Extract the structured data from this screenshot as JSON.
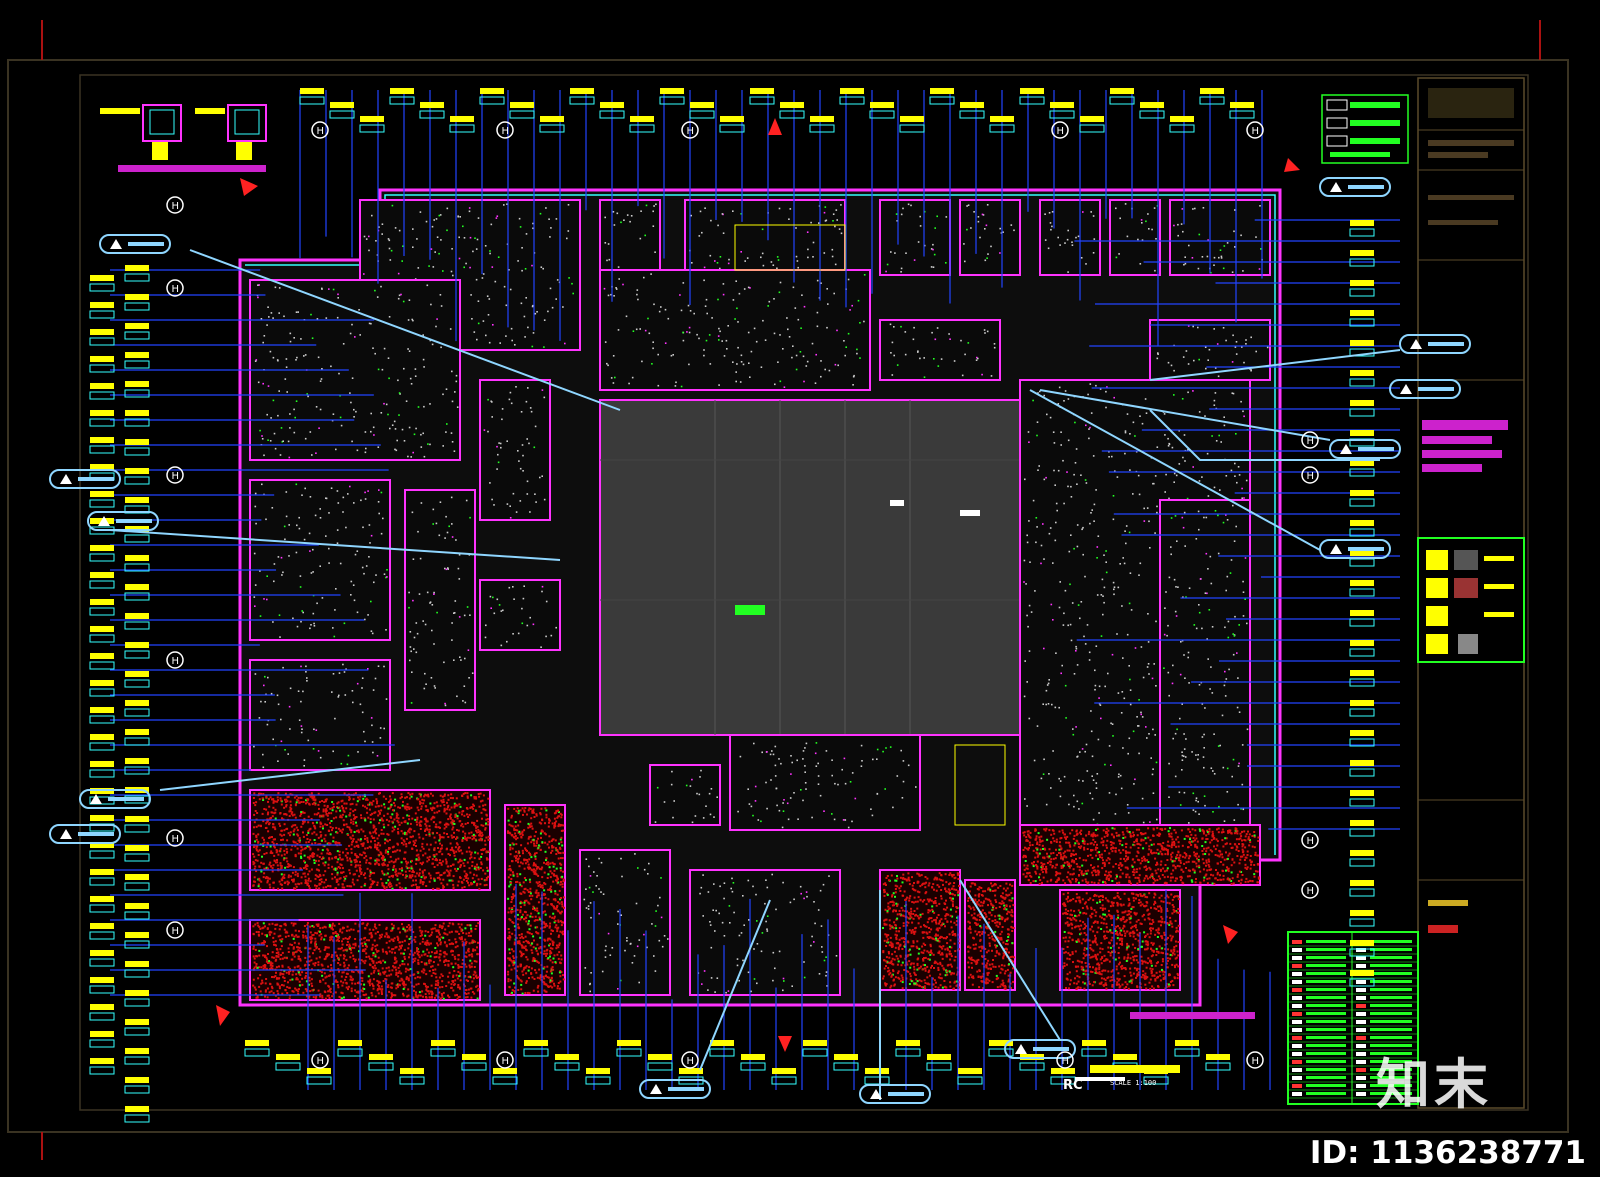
{
  "drawing": {
    "title_small": "SCALE 1:100",
    "label_rc": "RC",
    "grid_marker": "H",
    "colors": {
      "frame": "#3a3322",
      "wall_magenta": "#ff33ff",
      "wall_cyan": "#33ffff",
      "dim_blue": "#2244ff",
      "tag_yellow": "#ffff00",
      "fill_gray": "#3a3a3a",
      "room_dark": "#0d0d0d",
      "hatch_red": "#cc1111",
      "legend_green": "#22ff22"
    }
  },
  "branding": {
    "logo_text": "知末",
    "id_label": "ID: 1136238771"
  }
}
